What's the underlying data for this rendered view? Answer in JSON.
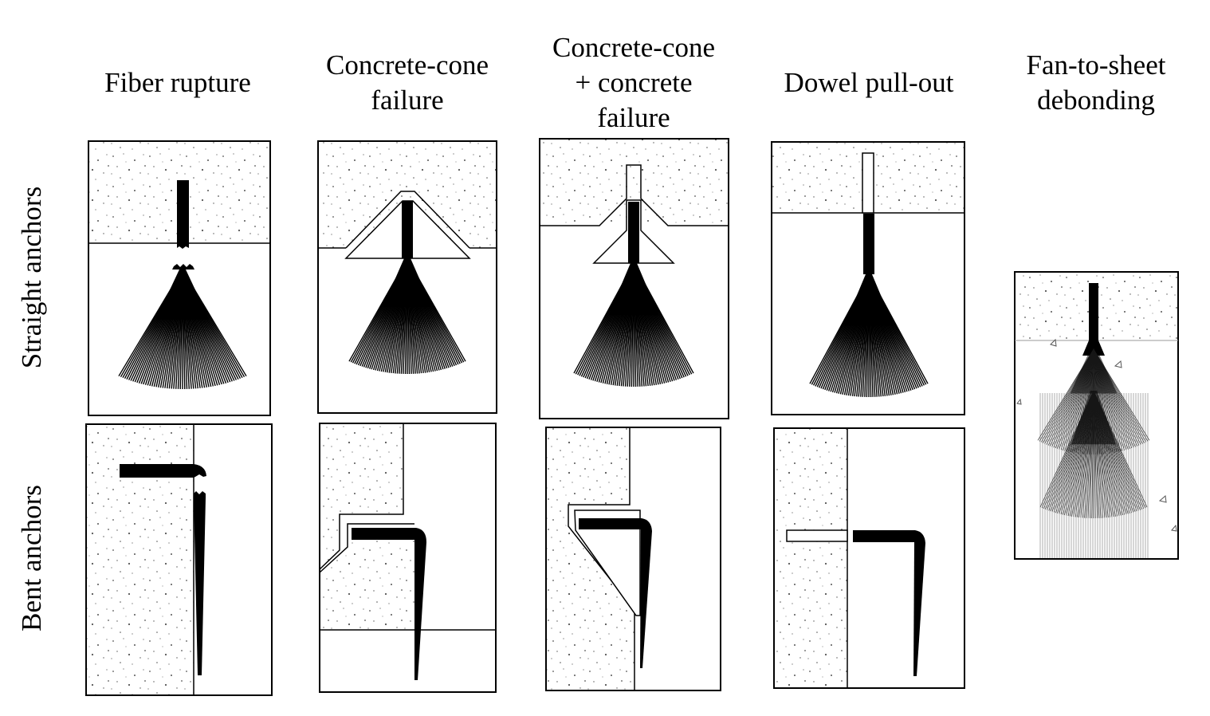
{
  "columns": [
    {
      "title": "Fiber rupture"
    },
    {
      "title": "Concrete-cone\nfailure"
    },
    {
      "title": "Concrete-cone\n+ concrete\nfailure"
    },
    {
      "title": "Dowel pull-out"
    },
    {
      "title": "Fan-to-sheet\ndebonding"
    }
  ],
  "rows": [
    {
      "label": "Straight anchors"
    },
    {
      "label": "Bent anchors"
    }
  ],
  "colors": {
    "ink": "#000000",
    "paper": "#ffffff",
    "speckle": "#555555"
  }
}
